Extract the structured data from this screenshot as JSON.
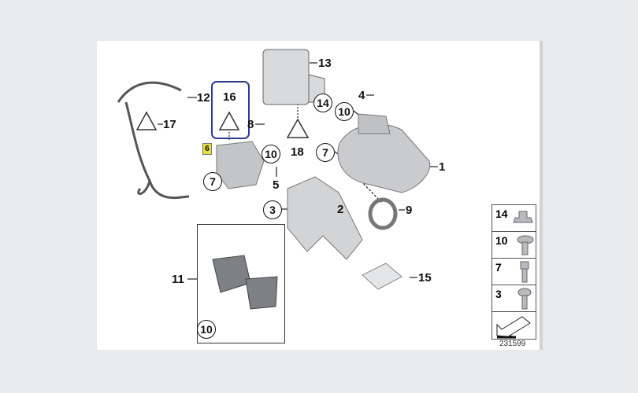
{
  "diagram": {
    "title_code": "231599",
    "callouts": {
      "c1": "1",
      "c2": "2",
      "c3": "3",
      "c4": "4",
      "c5": "5",
      "c6": "6",
      "c7a": "7",
      "c7b": "7",
      "c8": "8",
      "c9": "9",
      "c10a": "10",
      "c10b": "10",
      "c10c": "10",
      "c11": "11",
      "c12": "12",
      "c13": "13",
      "c14": "14",
      "c15": "15",
      "c16": "16",
      "c17": "17",
      "c18": "18"
    },
    "legend": [
      {
        "label": "14"
      },
      {
        "label": "10"
      },
      {
        "label": "7"
      },
      {
        "label": "3"
      }
    ],
    "colors": {
      "highlight_box": "#2f3a8f",
      "highlight_marker": "#e8e040",
      "background": "#e8eaec"
    }
  }
}
